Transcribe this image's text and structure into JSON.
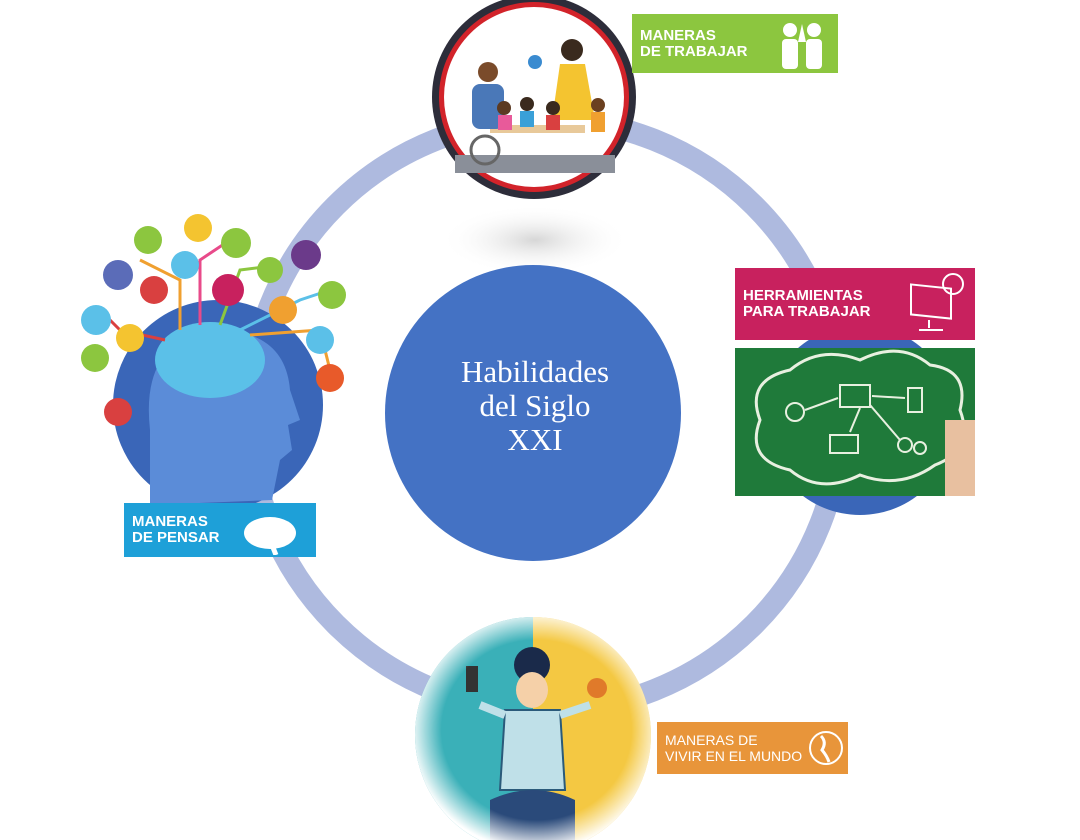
{
  "center": {
    "lines": [
      "Habilidades",
      "del Siglo",
      "XXI"
    ]
  },
  "labels": {
    "trabajar": {
      "line1": "MANERAS",
      "line2": "DE TRABAJAR",
      "color": "#8cc63f"
    },
    "herramientas": {
      "line1": "HERRAMIENTAS",
      "line2": "PARA TRABAJAR",
      "color": "#c8215e"
    },
    "pensar": {
      "line1": "MANERAS",
      "line2": "DE PENSAR",
      "color": "#1ea0d8"
    },
    "vivir": {
      "line1": "MANERAS DE",
      "line2": "VIVIR EN EL MUNDO",
      "color": "#e8953a"
    }
  },
  "colors": {
    "ring": "#aebadf",
    "center": "#4472c4"
  }
}
